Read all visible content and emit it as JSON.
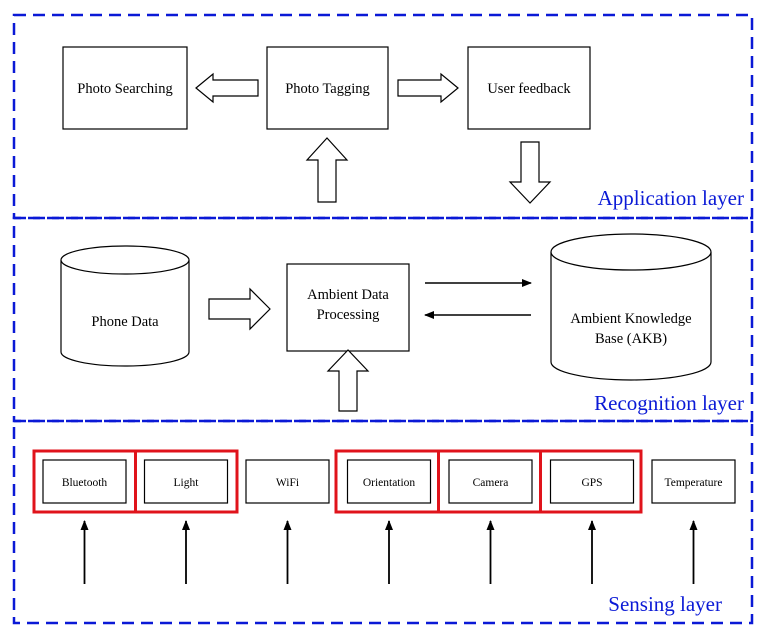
{
  "colors": {
    "layer_border": "#0a19d6",
    "layer_label": "#0a19d6",
    "highlight": "#e0131b",
    "stroke": "#000000"
  },
  "application_layer": {
    "label": "Application layer",
    "boxes": {
      "photo_searching": "Photo Searching",
      "photo_tagging": "Photo Tagging",
      "user_feedback": "User feedback"
    }
  },
  "recognition_layer": {
    "label": "Recognition layer",
    "phone_data": "Phone Data",
    "processing_line1": "Ambient Data",
    "processing_line2": "Processing",
    "akb_line1": "Ambient Knowledge",
    "akb_line2": "Base (AKB)"
  },
  "sensing_layer": {
    "label": "Sensing layer",
    "sensors": [
      "Bluetooth",
      "Light",
      "WiFi",
      "Orientation",
      "Camera",
      "GPS",
      "Temperature"
    ]
  }
}
